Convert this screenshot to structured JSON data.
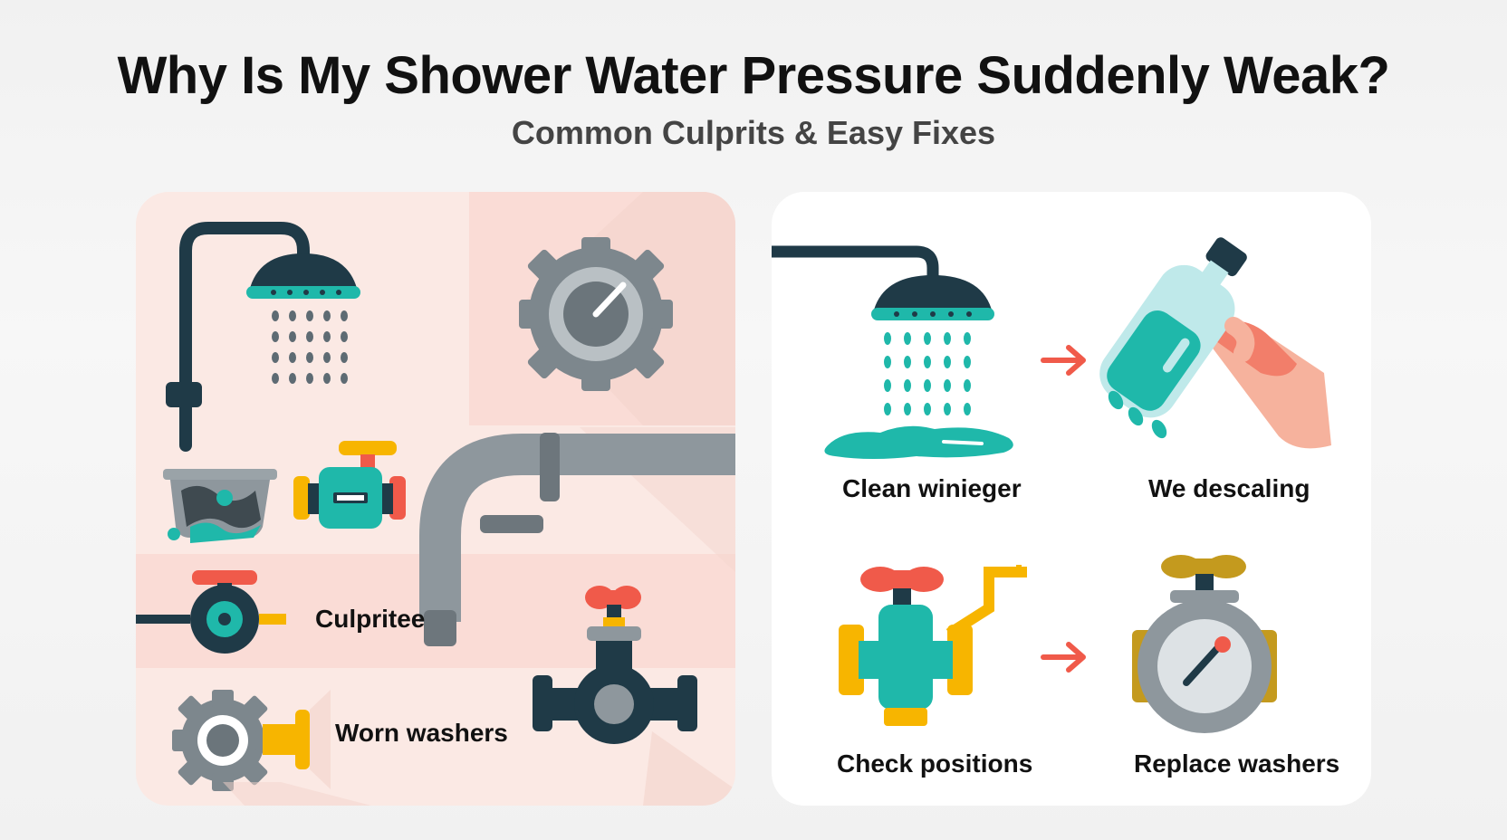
{
  "header": {
    "title": "Why Is My Shower Water Pressure Suddenly Weak?",
    "subtitle": "Common Culprits & Easy Fixes"
  },
  "culprits_panel": {
    "labels": [
      "Culpritee",
      "Worn washers"
    ]
  },
  "fixes_panel": {
    "labels": [
      "Clean winieger",
      "We descaling",
      "Check positions",
      "Replace washers"
    ]
  },
  "colors": {
    "teal": "#1fb8aa",
    "navy": "#1f3a47",
    "red": "#f05a4a",
    "yellow": "#f7b500",
    "gray": "#8e979d",
    "pink_panel": "#fbe9e4",
    "pink_band": "#fadcd6"
  },
  "icons": [
    "shower-head-icon",
    "gear-gauge-icon",
    "clogged-drain-icon",
    "valve-icon",
    "pipe-icon",
    "gear-icon",
    "faucet-valve-icon",
    "spray-bottle-icon",
    "arrow-right-icon",
    "pressure-gauge-icon"
  ]
}
